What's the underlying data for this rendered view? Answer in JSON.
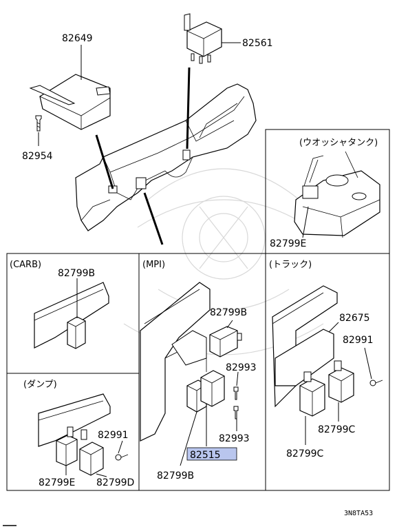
{
  "labels": {
    "p82649": "82649",
    "p82561": "82561",
    "p82954": "82954",
    "p82799E_tank": "82799E",
    "p82799B_carb": "82799B",
    "p82799B_mpi_top": "82799B",
    "p82993_a": "82993",
    "p82993_b": "82993",
    "p82515": "82515",
    "p82799B_mpi_bottom": "82799B",
    "p82675": "82675",
    "p82991_truck": "82991",
    "p82799C_a": "82799C",
    "p82799C_b": "82799C",
    "p82991_dump": "82991",
    "p82799E_dump": "82799E",
    "p82799D": "82799D"
  },
  "sections": {
    "washer_tank": "(ウオッシャタンク)",
    "carb": "(CARB)",
    "mpi": "(MPI)",
    "truck": "(トラック)",
    "dump": "(ダンプ)"
  },
  "diagram_code": "3N8TA53",
  "highlight_color": "#b9c6ee"
}
